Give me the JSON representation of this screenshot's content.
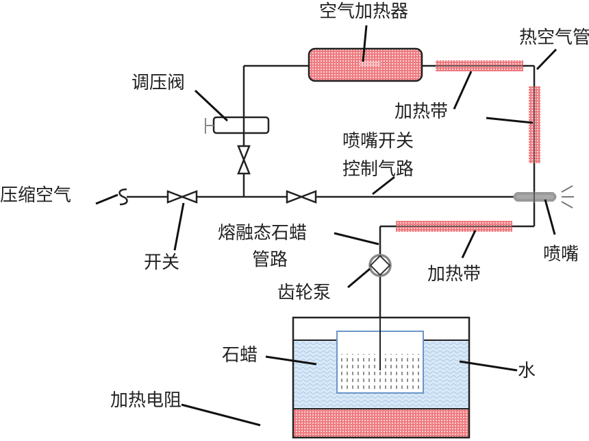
{
  "title": "石蜡喷雾装置示意图",
  "colors": {
    "heater_red": "#e8646a",
    "heater_red_light": "#f4a5a8",
    "water_blue": "#cfe3f5",
    "wax_box_border": "#6a96c8",
    "nozzle_gray": "#a8a8a8",
    "line": "#222222"
  },
  "labels": {
    "air_heater": "空气加热器",
    "hot_air_pipe": "热空气管",
    "pressure_valve": "调压阀",
    "heating_tape_top": "加热带",
    "nozzle_control_line_1": "喷嘴开关",
    "nozzle_control_line_2": "控制气路",
    "compressed_air": "压缩空气",
    "switch": "开关",
    "molten_wax_pipe_1": "熔融态石蜡",
    "molten_wax_pipe_2": "管路",
    "gear_pump": "齿轮泵",
    "heating_tape_bottom": "加热带",
    "nozzle": "喷嘴",
    "paraffin": "石蜡",
    "water": "水",
    "heating_resistor": "加热电阻"
  }
}
